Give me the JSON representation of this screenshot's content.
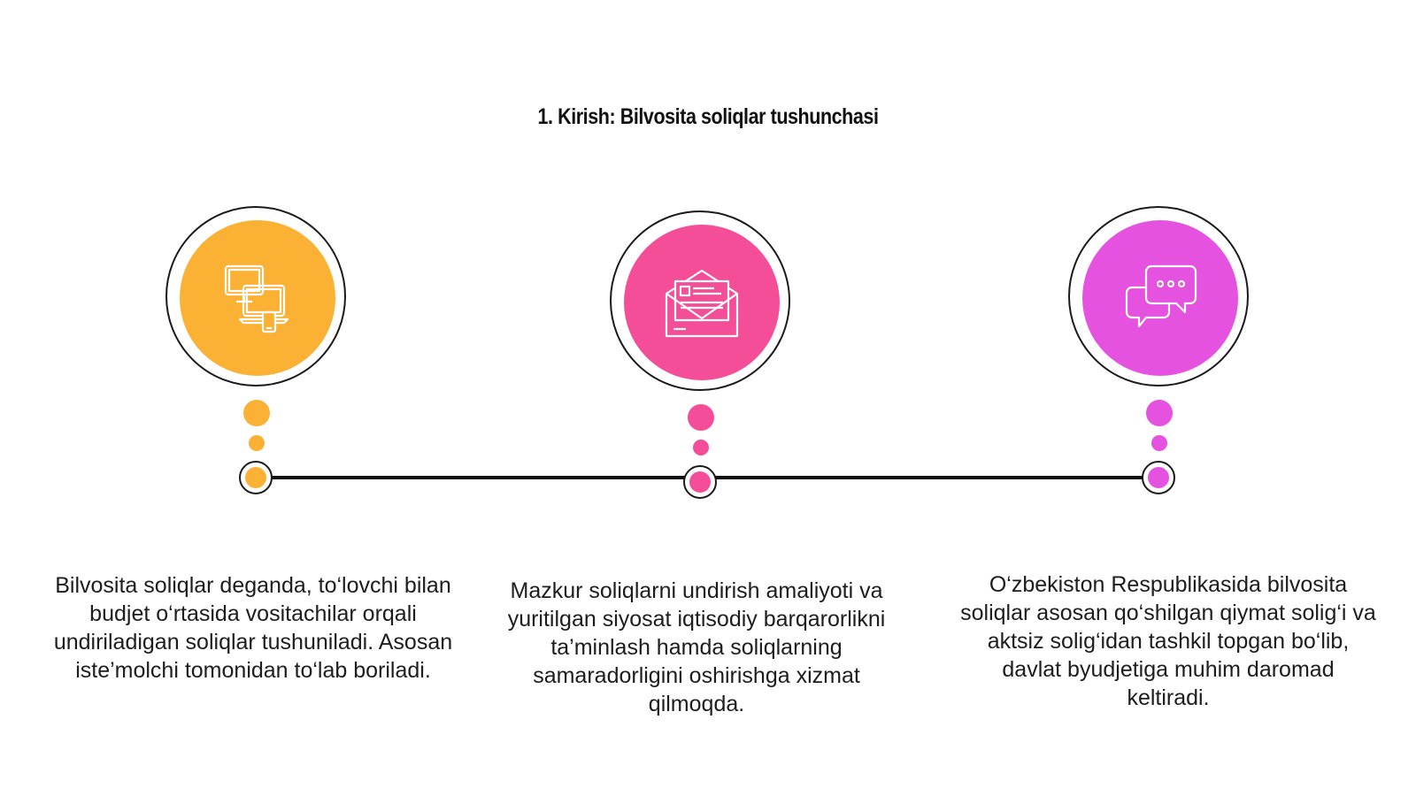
{
  "title": "1. Kirish: Bilvosita soliqlar tushunchasi",
  "colors": {
    "step1": "#FBB133",
    "step2": "#F54E98",
    "step3": "#E552E0",
    "line": "#111111"
  },
  "steps": [
    {
      "icon": "devices-icon",
      "text": "Bilvosita soliqlar deganda, to‘lovchi bilan budjet o‘rtasida vositachilar orqali undiriladigan soliqlar tushuniladi. Asosan iste’molchi tomonidan to‘lab boriladi."
    },
    {
      "icon": "envelope-letter-icon",
      "text": "Mazkur soliqlarni undirish amaliyoti va yuritilgan siyosat iqtisodiy barqarorlikni ta’minlash hamda soliqlarning samaradorligini oshirishga xizmat qilmoqda."
    },
    {
      "icon": "chat-bubbles-icon",
      "text": "O‘zbekiston Respublikasida bilvosita soliqlar asosan qo‘shilgan qiymat solig‘i va aktsiz solig‘idan tashkil topgan bo‘lib, davlat byudjetiga muhim daromad keltiradi."
    }
  ]
}
